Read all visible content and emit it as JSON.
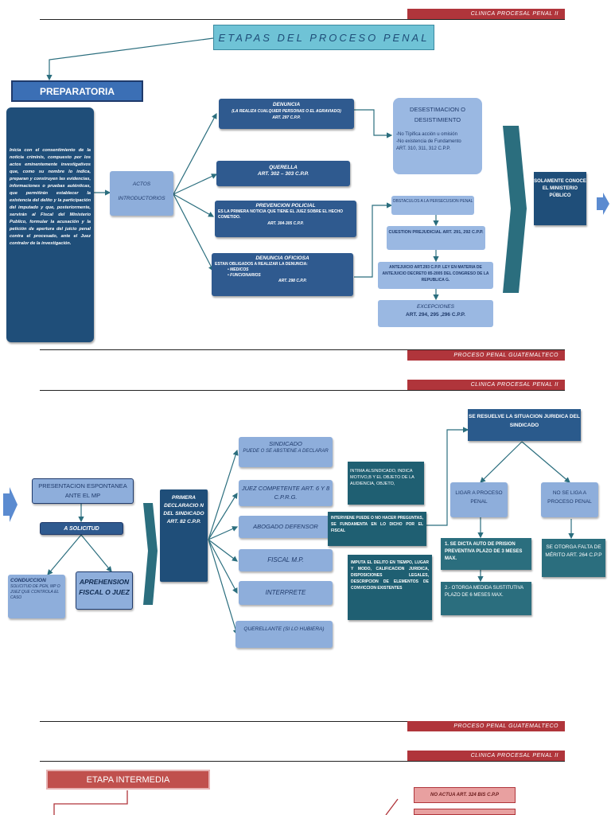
{
  "page1": {
    "header_band": "CLINICA PROCESAL PENAL II",
    "title": "ETAPAS DEL PROCESO PENAL",
    "stage_label": "PREPARATORIA",
    "preparatoria_text": "Inicia con el consentimiento de la noticia criminis, compuesto por los actos eminentemente investigativos que, como su nombre lo indica, preparan y construyen las evidencias, informaciones o pruebas auténticas, que permitirán establecer la existencia del delito y la participación del imputado y que, posteriormente, servirán al Fiscal del Ministerio Publico, formular la acusación y la petición de apertura del juicio penal contra el procesado, ante el Juez contralor de la investigación.",
    "actos_label": "ACTOS\n\nINTRODUCTORIOS",
    "denuncia_title": "DENUNCIA",
    "denuncia_sub": "(LA REALIZA CUALQUIER PERSONAS O EL AGRAVIADO)",
    "denuncia_art": "ART. 297 C.P.P.",
    "querella_title": "QUERELLA",
    "querella_art": "ART. 302 – 303 C.P.P.",
    "prevencion_title": "PREVENCION POLICIAL",
    "prevencion_text": "ES LA PRIMERA NOTICIA QUE TIENE EL JUEZ SOBRE EL HECHO COMETIDO.",
    "prevencion_art": "ART. 304-305 C.P.P.",
    "oficiosa_title": "DENUNCIA OFICIOSA",
    "oficiosa_text": "ESTAN OBLIGADOS A REALIZAR LA DENUNCIA:",
    "oficiosa_items": [
      "MEDICOS",
      "FUNCIONARIOS"
    ],
    "oficiosa_art": "ART. 298 C.P.P.",
    "desestimacion_title": "DESESTIMACION O DESISTIMIENTO",
    "desestimacion_lines": [
      "-No Típifica acción u omisión",
      "-No existencia de Fundamento",
      "ART. 310, 311, 312 C.P.P."
    ],
    "obstaculos": "OBSTACULOS A LA PERSECUSION PENAL",
    "cuestion": "CUESTION PREJUDICIAL ART. 291, 292 C.P.P.",
    "antejuicio": "ANTEJUICIO ART.293 C.P.P. LEY EN MATERIA DE ANTEJUICIO DECRETO 85-2005 DEL CONGRESO DE LA REPUBLICA G.",
    "excepciones_title": "EXCEPCIONES",
    "excepciones_art": "ART. 294, 295 ,296 C.P.P.",
    "solamente": "SOLAMENTE CONOCE EL MINISTERIO PÚBLICO",
    "footer_band": "PROCESO PENAL GUATEMALTECO"
  },
  "page2": {
    "header_band": "CLINICA PROCESAL PENAL II",
    "presentacion": "PRESENTACION ESPONTANEA ANTE EL MP",
    "a_solicitud": "A SOLICITUD",
    "conduccion_title": "CONDUCCION",
    "conduccion_text": "SOLICITUD DE PGN, MP O JUEZ QUE CONTROLA EL CASO",
    "aprehension": "APREHENSION FISCAL O JUEZ",
    "primera": "PRIMERA DECLARACIO N DEL SINDICADO ART. 82 C.P.P.",
    "sindicado_title": "SINDICADO",
    "sindicado_text": "PUEDE O SE ABSTIENE A DECLARAR",
    "juez": "JUEZ COMPETENTE ART. 6 Y 8 C.P.R.G.",
    "abogado": "ABOGADO DEFENSOR",
    "fiscal": "FISCAL M.P.",
    "interprete": "INTERPRETE",
    "querellante": "QUERELLANTE (SI LO HUBIERA)",
    "note_juez": "INTIMA ALSINDICADO, INDICA MOTIVO,B Y EL OBJETO DE LA AUDIENCIA, OBJETO,",
    "note_abogado": "INTERVIENE PUEDE O NO HACER PREGUNTAS, SE FUNDAMENTA EN LO DICHO POR EL FISCAL",
    "note_fiscal": "IMPUTA EL DELITO EN TIEMPO, LUGAR Y MODO, CALIFICACION JURIDICA, DISPOSICIONES LEGALES, DESCRIPCION DE ELEMENTOS DE CONVICCION EXISTENTES",
    "resuelve": "SE RESUELVE LA SITUACION JURIDICA DEL SINDICADO",
    "ligar": "LIGAR A PROCESO PENAL",
    "no_liga": "NO SE LIGA A PROCESO PENAL",
    "auto_prision": "1. SE DICTA AUTO DE PRISION PREVENTIVA PLAZO DE 3 MESES MAX.",
    "medida": "2.- OTORGA MEDIDA SUSTITUTIVA PLAZO DE 6 MESES MAX.",
    "falta_merito": "SE OTORGA FALTA DE MÉRITO ART. 264 C.P.P",
    "footer_band": "PROCESO PENAL GUATEMALTECO"
  },
  "page3": {
    "header_band": "CLINICA PROCESAL PENAL II",
    "title": "ETAPA INTERMEDIA",
    "no_actua": "NO ACTUA ART. 324 BIS C.P.P"
  },
  "colors": {
    "band": "#b0353b",
    "dark_blue": "#2f5a8f",
    "navy": "#1f4e79",
    "light_blue": "#8eaedb",
    "teal": "#2b6e7e",
    "title_bg": "#6fc3d6",
    "connector": "#2b6e7e"
  }
}
